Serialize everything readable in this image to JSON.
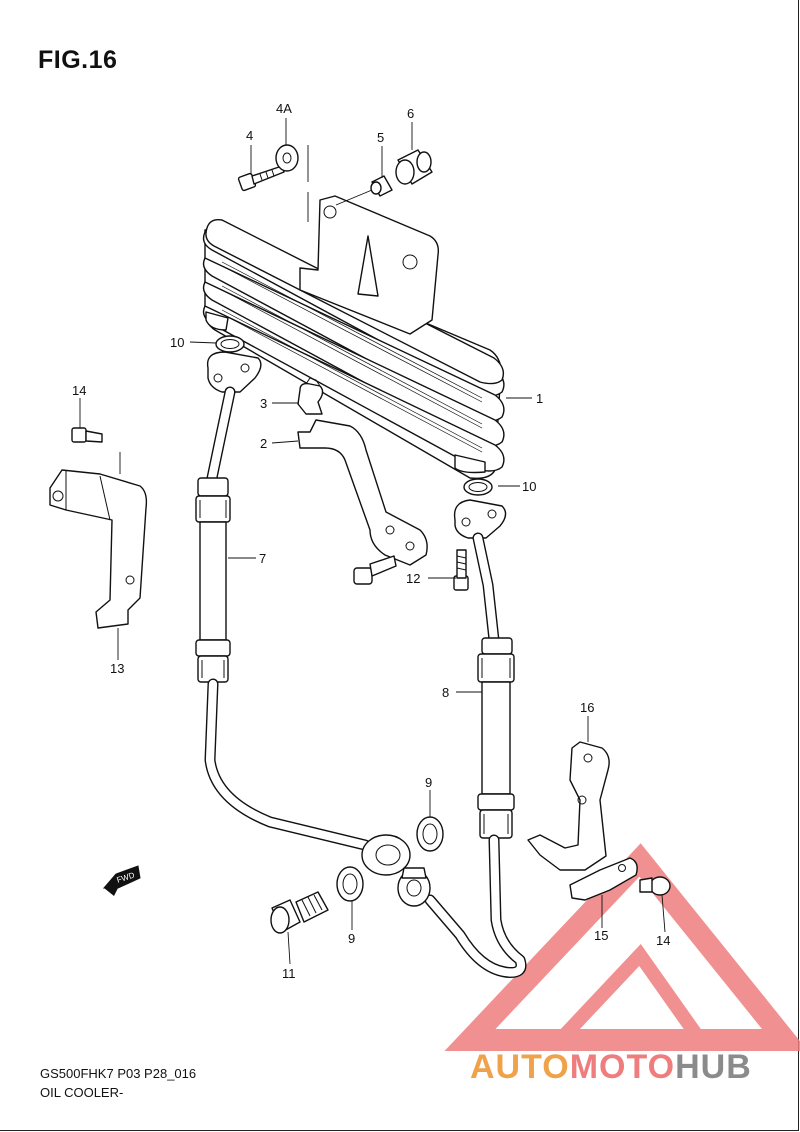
{
  "figure": {
    "title": "FIG.16",
    "code": "GS500FHK7 P03 P28_016",
    "name": "OIL COOLER-"
  },
  "watermark": {
    "part1": "AUTO",
    "part2": "MOTO",
    "part3": "HUB",
    "colors": {
      "orange": "#f0a24a",
      "red": "#ef7d7d",
      "gray": "#8b8b8b"
    }
  },
  "fwd_label": "FWD",
  "callouts": {
    "c1": "1",
    "c2": "2",
    "c3": "3",
    "c4": "4",
    "c4a": "4A",
    "c5": "5",
    "c6": "6",
    "c7": "7",
    "c8": "8",
    "c9a": "9",
    "c9b": "9",
    "c10a": "10",
    "c10b": "10",
    "c11": "11",
    "c12": "12",
    "c13": "13",
    "c14a": "14",
    "c14b": "14",
    "c15": "15",
    "c16": "16"
  }
}
